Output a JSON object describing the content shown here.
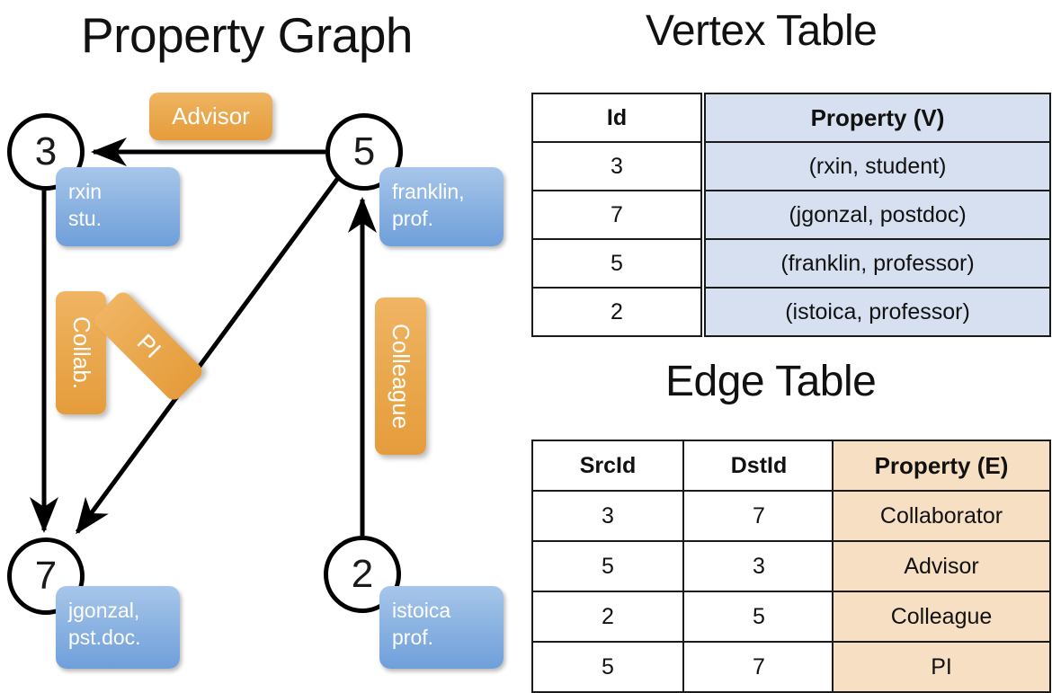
{
  "titles": {
    "graph": "Property Graph",
    "vertex_table": "Vertex Table",
    "edge_table": "Edge Table"
  },
  "graph": {
    "nodes": [
      {
        "id": "3",
        "property": "rxin\nstu."
      },
      {
        "id": "5",
        "property": "franklin,\nprof."
      },
      {
        "id": "7",
        "property": "jgonzal,\npst.doc."
      },
      {
        "id": "2",
        "property": "istoica\nprof."
      }
    ],
    "edge_labels": [
      {
        "name": "advisor",
        "text": "Advisor"
      },
      {
        "name": "collaborator",
        "text": "Collab."
      },
      {
        "name": "pi",
        "text": "PI"
      },
      {
        "name": "colleague",
        "text": "Colleague"
      }
    ],
    "colors": {
      "vertex_box": "#8db4e2",
      "edge_label_box": "#eaa94f",
      "node_stroke": "#000000"
    }
  },
  "vertex_table": {
    "headers": {
      "id": "Id",
      "property": "Property (V)"
    },
    "rows": [
      {
        "id": "3",
        "property": "(rxin, student)"
      },
      {
        "id": "7",
        "property": "(jgonzal, postdoc)"
      },
      {
        "id": "5",
        "property": "(franklin, professor)"
      },
      {
        "id": "2",
        "property": "(istoica, professor)"
      }
    ],
    "header_fill": "#d6e0f0"
  },
  "edge_table": {
    "headers": {
      "src": "SrcId",
      "dst": "DstId",
      "property": "Property (E)"
    },
    "rows": [
      {
        "src": "3",
        "dst": "7",
        "property": "Collaborator"
      },
      {
        "src": "5",
        "dst": "3",
        "property": "Advisor"
      },
      {
        "src": "2",
        "dst": "5",
        "property": "Colleague"
      },
      {
        "src": "5",
        "dst": "7",
        "property": "PI"
      }
    ],
    "header_fill": "#f7dfc4"
  }
}
